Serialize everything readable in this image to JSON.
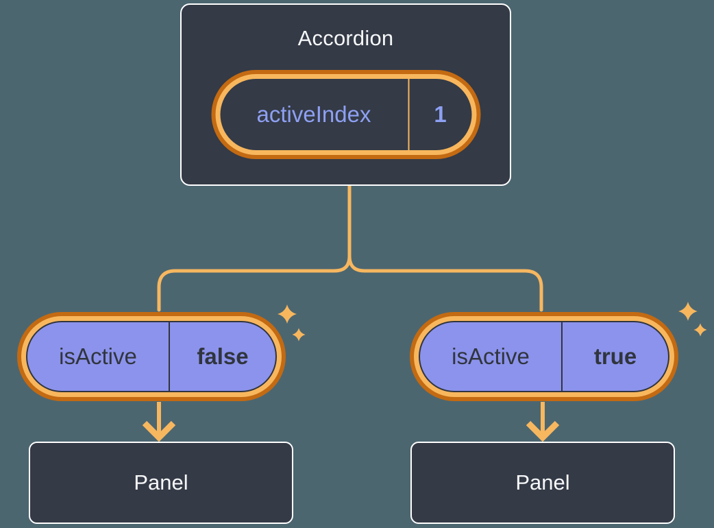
{
  "colors": {
    "bg": "#4C6670",
    "surface": "#343A46",
    "surface-border": "#FFFFFF",
    "ring-dark": "#C36A12",
    "gold": "#F8B75D",
    "line": "#F7B75F",
    "purple-fill": "#8C93EC",
    "purple-text": "#8EA0F2",
    "ink": "#30353E",
    "text-light": "#F6F7F9"
  },
  "accordion": {
    "title": "Accordion",
    "state": {
      "name": "activeIndex",
      "value": "1"
    }
  },
  "children": [
    {
      "state": {
        "name": "isActive",
        "value": "false"
      },
      "panel": {
        "label": "Panel"
      }
    },
    {
      "state": {
        "name": "isActive",
        "value": "true"
      },
      "panel": {
        "label": "Panel"
      }
    }
  ]
}
